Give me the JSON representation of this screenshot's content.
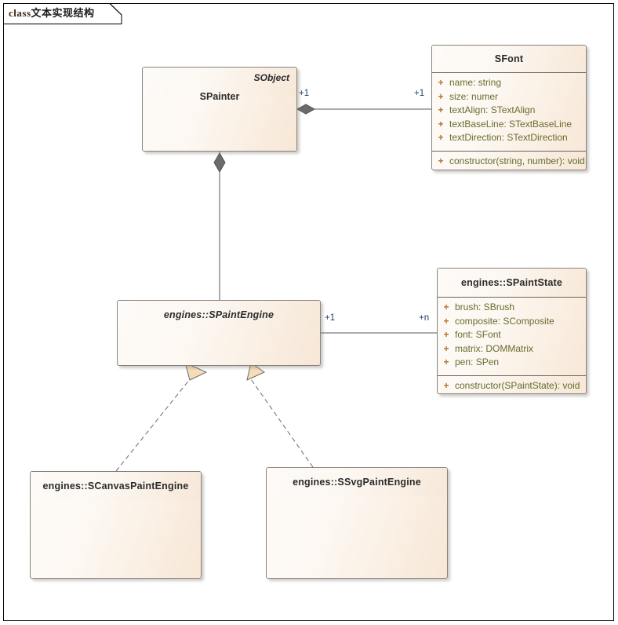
{
  "frame": {
    "keyword": "class",
    "title": "文本实现结构"
  },
  "classes": {
    "spainter": {
      "name": "SPainter",
      "stereotype": "SObject",
      "abstract": false
    },
    "sfont": {
      "name": "SFont",
      "abstract": false,
      "attributes": [
        {
          "visibility": "+",
          "text": "name: string"
        },
        {
          "visibility": "+",
          "text": "size: numer"
        },
        {
          "visibility": "+",
          "text": "textAlign: STextAlign"
        },
        {
          "visibility": "+",
          "text": "textBaseLine: STextBaseLine"
        },
        {
          "visibility": "+",
          "text": "textDirection: STextDirection"
        }
      ],
      "operations": [
        {
          "visibility": "+",
          "text": "constructor(string, number): void"
        }
      ]
    },
    "spaintengine": {
      "name": "engines::SPaintEngine",
      "abstract": true
    },
    "spaintstate": {
      "name": "engines::SPaintState",
      "abstract": false,
      "attributes": [
        {
          "visibility": "+",
          "text": "brush: SBrush"
        },
        {
          "visibility": "+",
          "text": "composite: SComposite"
        },
        {
          "visibility": "+",
          "text": "font: SFont"
        },
        {
          "visibility": "+",
          "text": "matrix: DOMMatrix"
        },
        {
          "visibility": "+",
          "text": "pen: SPen"
        }
      ],
      "operations": [
        {
          "visibility": "+",
          "text": "constructor(SPaintState): void"
        }
      ]
    },
    "scanvaspaintengine": {
      "name": "engines::SCanvasPaintEngine",
      "abstract": false
    },
    "ssvgpaintengine": {
      "name": "engines::SSvgPaintEngine",
      "abstract": false
    }
  },
  "relations": {
    "painter_font": {
      "kind": "composition",
      "source_multiplicity": "+1",
      "target_multiplicity": "+1"
    },
    "painter_engine": {
      "kind": "composition",
      "source_multiplicity": "",
      "target_multiplicity": ""
    },
    "engine_state": {
      "kind": "association",
      "source_multiplicity": "+1",
      "target_multiplicity": "+n"
    },
    "canvas_realizes": {
      "kind": "realization"
    },
    "svg_realizes": {
      "kind": "realization"
    }
  },
  "colors": {
    "box_border": "#8a8279",
    "box_fill_light": "#fdfaf6",
    "box_fill_dark": "#f7e7d6",
    "member_text": "#6b6b2e",
    "visibility_marker": "#b5722c",
    "multiplicity_text": "#24406b",
    "connector": "#5a5a5a",
    "arrow_fill": "#f6ddb8",
    "frame_border": "#000000"
  }
}
